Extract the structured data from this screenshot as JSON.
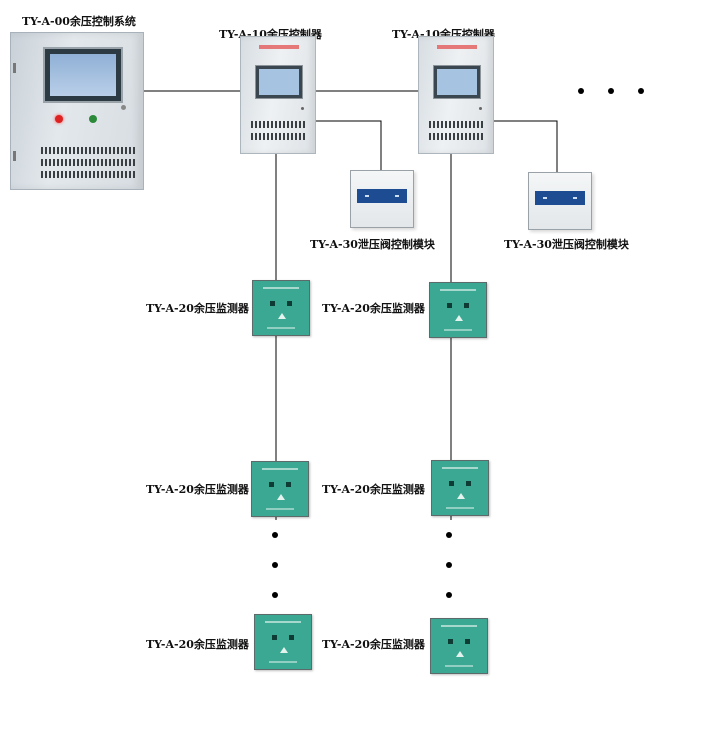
{
  "labels": {
    "main_system": "TY-A-00余压控制系统",
    "controller_1": "TY-A-10余压控制器",
    "controller_2": "TY-A-10余压控制器",
    "valve_module_1": "TY-A-30泄压阀控制模块",
    "valve_module_2": "TY-A-30泄压阀控制模块",
    "monitors_col1": [
      "TY-A-20余压监测器",
      "TY-A-20余压监测器",
      "TY-A-20余压监测器"
    ],
    "monitors_col2": [
      "TY-A-20余压监测器",
      "TY-A-20余压监测器",
      "TY-A-20余压监测器"
    ]
  },
  "colors": {
    "line": "#000000",
    "monitor_panel": "#3aa892",
    "valve_strip": "#1e4c92",
    "cabinet": "#e3e8ec"
  }
}
